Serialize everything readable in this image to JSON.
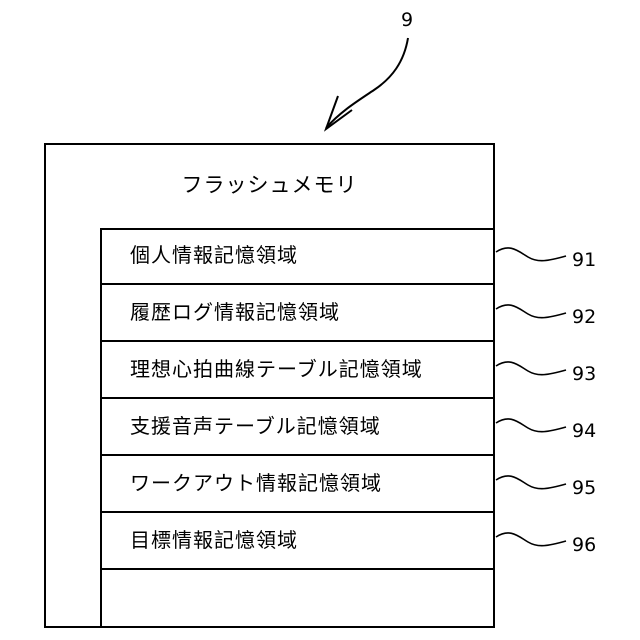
{
  "figure": {
    "pointer_label": "9",
    "memory_title": "フラッシュメモリ",
    "regions": [
      {
        "label": "個人情報記憶領域",
        "ref": "91"
      },
      {
        "label": "履歴ログ情報記憶領域",
        "ref": "92"
      },
      {
        "label": "理想心拍曲線テーブル記憶領域",
        "ref": "93"
      },
      {
        "label": "支援音声テーブル記憶領域",
        "ref": "94"
      },
      {
        "label": "ワークアウト情報記憶領域",
        "ref": "95"
      },
      {
        "label": "目標情報記憶領域",
        "ref": "96"
      }
    ]
  }
}
